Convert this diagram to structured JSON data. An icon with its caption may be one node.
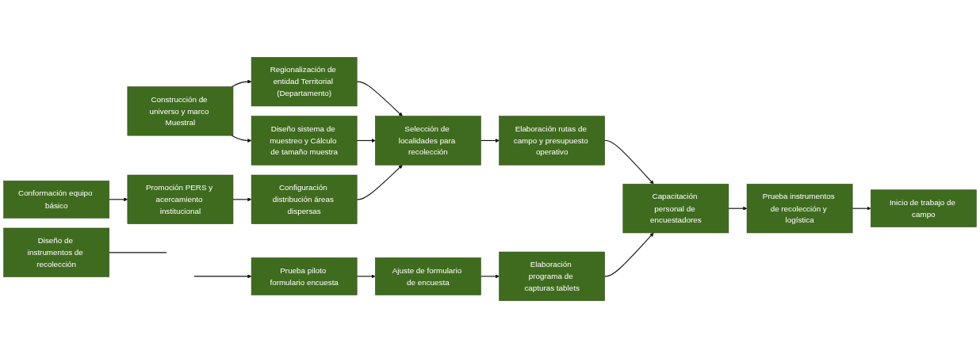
{
  "diagram": {
    "nodes": [
      {
        "text": [
          "Construcción de universo y marco Muestral"
        ]
      },
      {
        "text": [
          "Conformación equipo básico"
        ]
      },
      {
        "text": [
          "Diseño de instrumentos de recolección"
        ]
      },
      {
        "text": [
          "Regionalización de entidad Territorial (Departamento)"
        ]
      },
      {
        "text": [
          "Diseño sistema de muestreo y Cálculo de tamaño muestra"
        ]
      },
      {
        "text": [
          "Promoción PERS y acercamiento institucional"
        ]
      },
      {
        "text": [
          "Configuración distribución áreas dispersas"
        ]
      },
      {
        "text": [
          "Selección de localidades para recolección"
        ]
      },
      {
        "text": [
          "Elaboración rutas de campo y presupuesto operativo"
        ]
      },
      {
        "text": [
          "Elaboración programa de capturas tablets"
        ]
      },
      {
        "text": [
          "Ajuste de formulario de encuesta"
        ]
      },
      {
        "text": [
          "Prueba piloto formulario encuesta"
        ]
      },
      {
        "text": [
          "Capacitación personal de encuestadores"
        ]
      },
      {
        "text": [
          "Prueba instrumentos de recolección y logística"
        ]
      },
      {
        "text": [
          "Inicio de trabajo de campo"
        ]
      }
    ],
    "edges": [
      {
        "from": 0,
        "to": 3,
        "arrow": "to"
      },
      {
        "from": 0,
        "to": 4,
        "arrow": "to"
      },
      {
        "from": 1,
        "to": 5,
        "arrow": "to"
      },
      {
        "from": 2,
        "to": null,
        "arrow": "none"
      },
      {
        "from": 3,
        "to": 7,
        "arrow": "to"
      },
      {
        "from": 4,
        "to": 7,
        "arrow": "to"
      },
      {
        "from": 5,
        "to": 6,
        "arrow": "to"
      },
      {
        "from": 6,
        "to": 7,
        "arrow": "to"
      },
      {
        "from": 7,
        "to": 8,
        "arrow": "to"
      },
      {
        "from": null,
        "to": 11,
        "arrow": "to"
      },
      {
        "from": 11,
        "to": 10,
        "arrow": "to"
      },
      {
        "from": 10,
        "to": 9,
        "arrow": "to"
      },
      {
        "from": 8,
        "to": 12,
        "arrow": "to"
      },
      {
        "from": 9,
        "to": 12,
        "arrow": "to"
      },
      {
        "from": 12,
        "to": 13,
        "arrow": "to"
      },
      {
        "from": 13,
        "to": 14,
        "arrow": "to"
      }
    ]
  }
}
